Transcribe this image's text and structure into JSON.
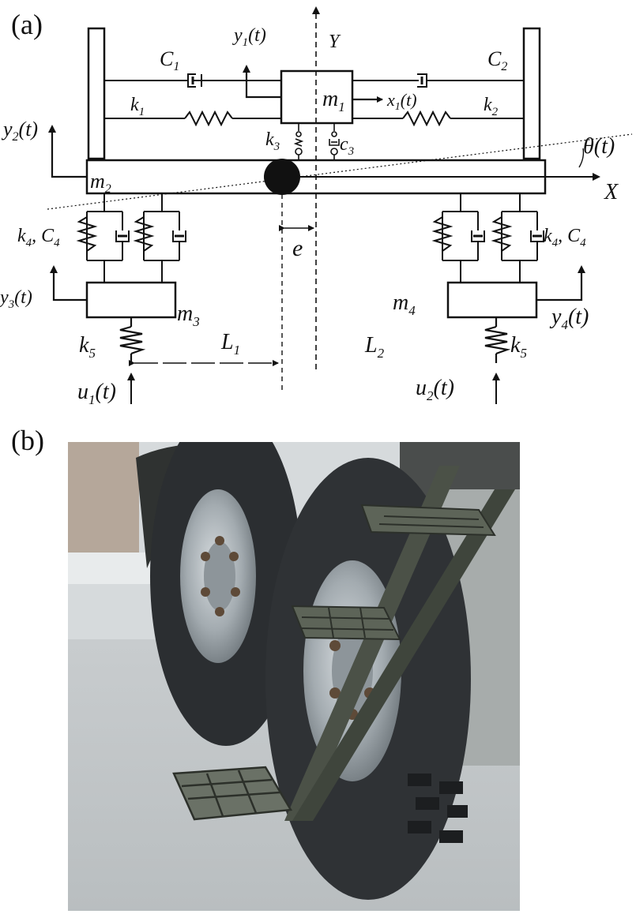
{
  "panels": {
    "a_label": "(a)",
    "b_label": "(b)"
  },
  "diagram": {
    "labels": {
      "c1": "C",
      "c1_sub": "1",
      "c2": "C",
      "c2_sub": "2",
      "k1": "k",
      "k1_sub": "1",
      "k2": "k",
      "k2_sub": "2",
      "m1": "m",
      "m1_sub": "1",
      "m2": "m",
      "m2_sub": "2",
      "m3": "m",
      "m3_sub": "3",
      "m4": "m",
      "m4_sub": "4",
      "k3": "k",
      "k3_sub": "3",
      "c3": "c",
      "c3_sub": "3",
      "y1": "y",
      "y1_sub": "1",
      "y1_tail": "(t)",
      "x1": "x",
      "x1_sub": "1",
      "x1_tail": "(t)",
      "Y_axis": "Y",
      "X_axis": "X",
      "theta": "θ(t)",
      "y2": "y",
      "y2_sub": "2",
      "y2_tail": "(t)",
      "y3": "y",
      "y3_sub": "3",
      "y3_tail": "(t)",
      "y4": "y",
      "y4_sub": "4",
      "y4_tail": "(t)",
      "k4c4_left": "k",
      "k4c4_left_sub": "4",
      "k4c4_left_c": ", C",
      "k4c4_left_csub": "4",
      "k4c4_right": "k",
      "k4c4_right_sub": "4",
      "k4c4_right_c": ", C",
      "k4c4_right_csub": "4",
      "k5_left": "k",
      "k5_left_sub": "5",
      "k5_right": "k",
      "k5_right_sub": "5",
      "L1": "L",
      "L1_sub": "1",
      "L2": "L",
      "L2_sub": "2",
      "e": "e",
      "u1": "u",
      "u1_sub": "1",
      "u1_tail": "(t)",
      "u2": "u",
      "u2_sub": "2",
      "u2_tail": "(t)"
    }
  },
  "colors": {
    "line": "#111111",
    "sky": "#cfd3d6",
    "ground": "#bfc4c6",
    "tire": "#2b2e31",
    "rim": "#9aa3a8",
    "step": "#4b5147",
    "body": "#a7acab"
  }
}
